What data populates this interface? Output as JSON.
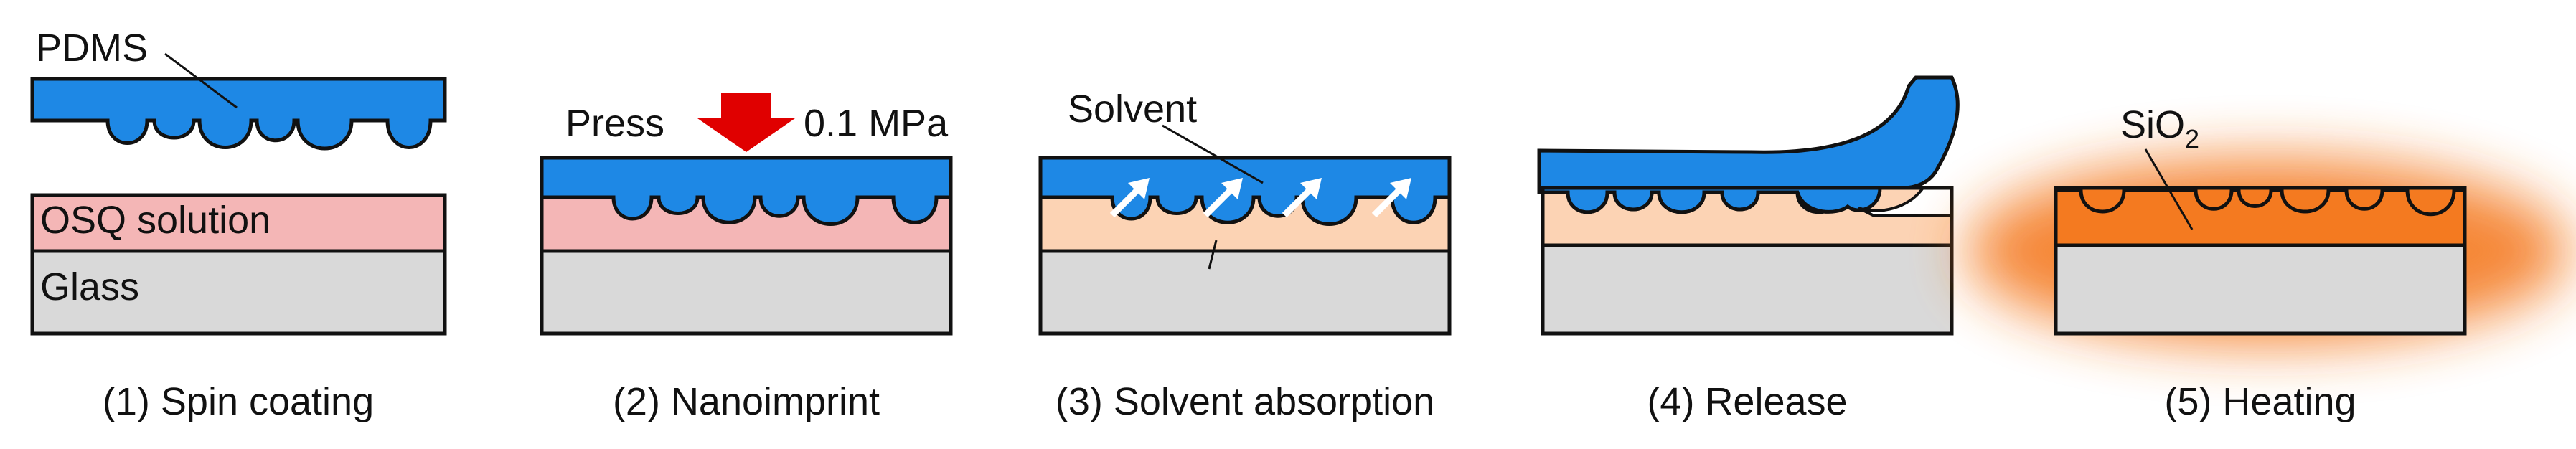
{
  "colors": {
    "pdms": "#1e88e5",
    "osq_solution": "#f4b6b6",
    "absorbed_layer": "#fcd3b4",
    "glass": "#d9d9d9",
    "sio2": "#f47a20",
    "press_arrow": "#e00000",
    "outline": "#111111"
  },
  "labels": {
    "pdms": "PDMS",
    "osq_solution": "OSQ solution",
    "glass": "Glass",
    "press": "Press",
    "pressure": "0.1 MPa",
    "solvent": "Solvent",
    "sio2_base": "SiO",
    "sio2_sub": "2"
  },
  "steps": [
    {
      "caption": "(1) Spin coating"
    },
    {
      "caption": "(2) Nanoimprint"
    },
    {
      "caption": "(3) Solvent absorption"
    },
    {
      "caption": "(4) Release"
    },
    {
      "caption": "(5) Heating"
    }
  ],
  "icons": {
    "press": "down-arrow-icon",
    "solvent_flow": "diagonal-arrow-icon"
  }
}
